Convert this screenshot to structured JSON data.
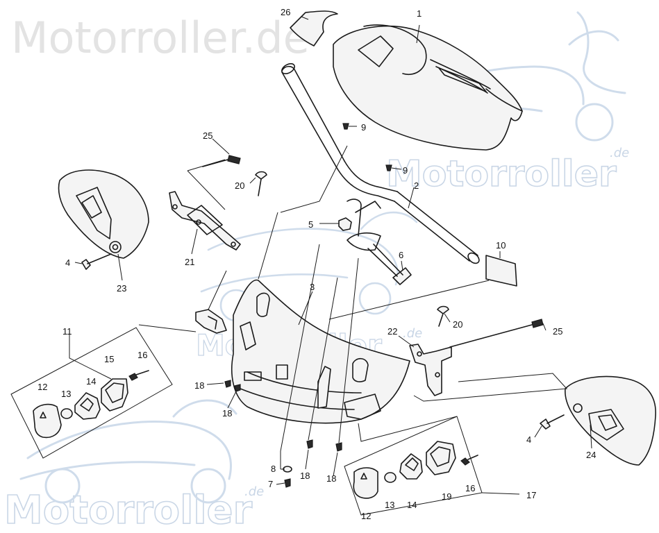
{
  "watermark": {
    "brand": "Motorroller.de",
    "brand_short": "Motorroller",
    "suffix": ".de",
    "color": "#c9d6e6"
  },
  "callouts": {
    "c1": "1",
    "c2": "2",
    "c3": "3",
    "c4a": "4",
    "c4b": "4",
    "c5": "5",
    "c6": "6",
    "c7": "7",
    "c8": "8",
    "c9a": "9",
    "c9b": "9",
    "c10": "10",
    "c11": "11",
    "c12a": "12",
    "c12b": "12",
    "c13a": "13",
    "c13b": "13",
    "c14a": "14",
    "c14b": "14",
    "c15": "15",
    "c16a": "16",
    "c16b": "16",
    "c17": "17",
    "c18a": "18",
    "c18b": "18",
    "c18c": "18",
    "c18d": "18",
    "c19": "19",
    "c20a": "20",
    "c20b": "20",
    "c21": "21",
    "c22": "22",
    "c23": "23",
    "c24": "24",
    "c25a": "25",
    "c25b": "25",
    "c26": "26"
  }
}
